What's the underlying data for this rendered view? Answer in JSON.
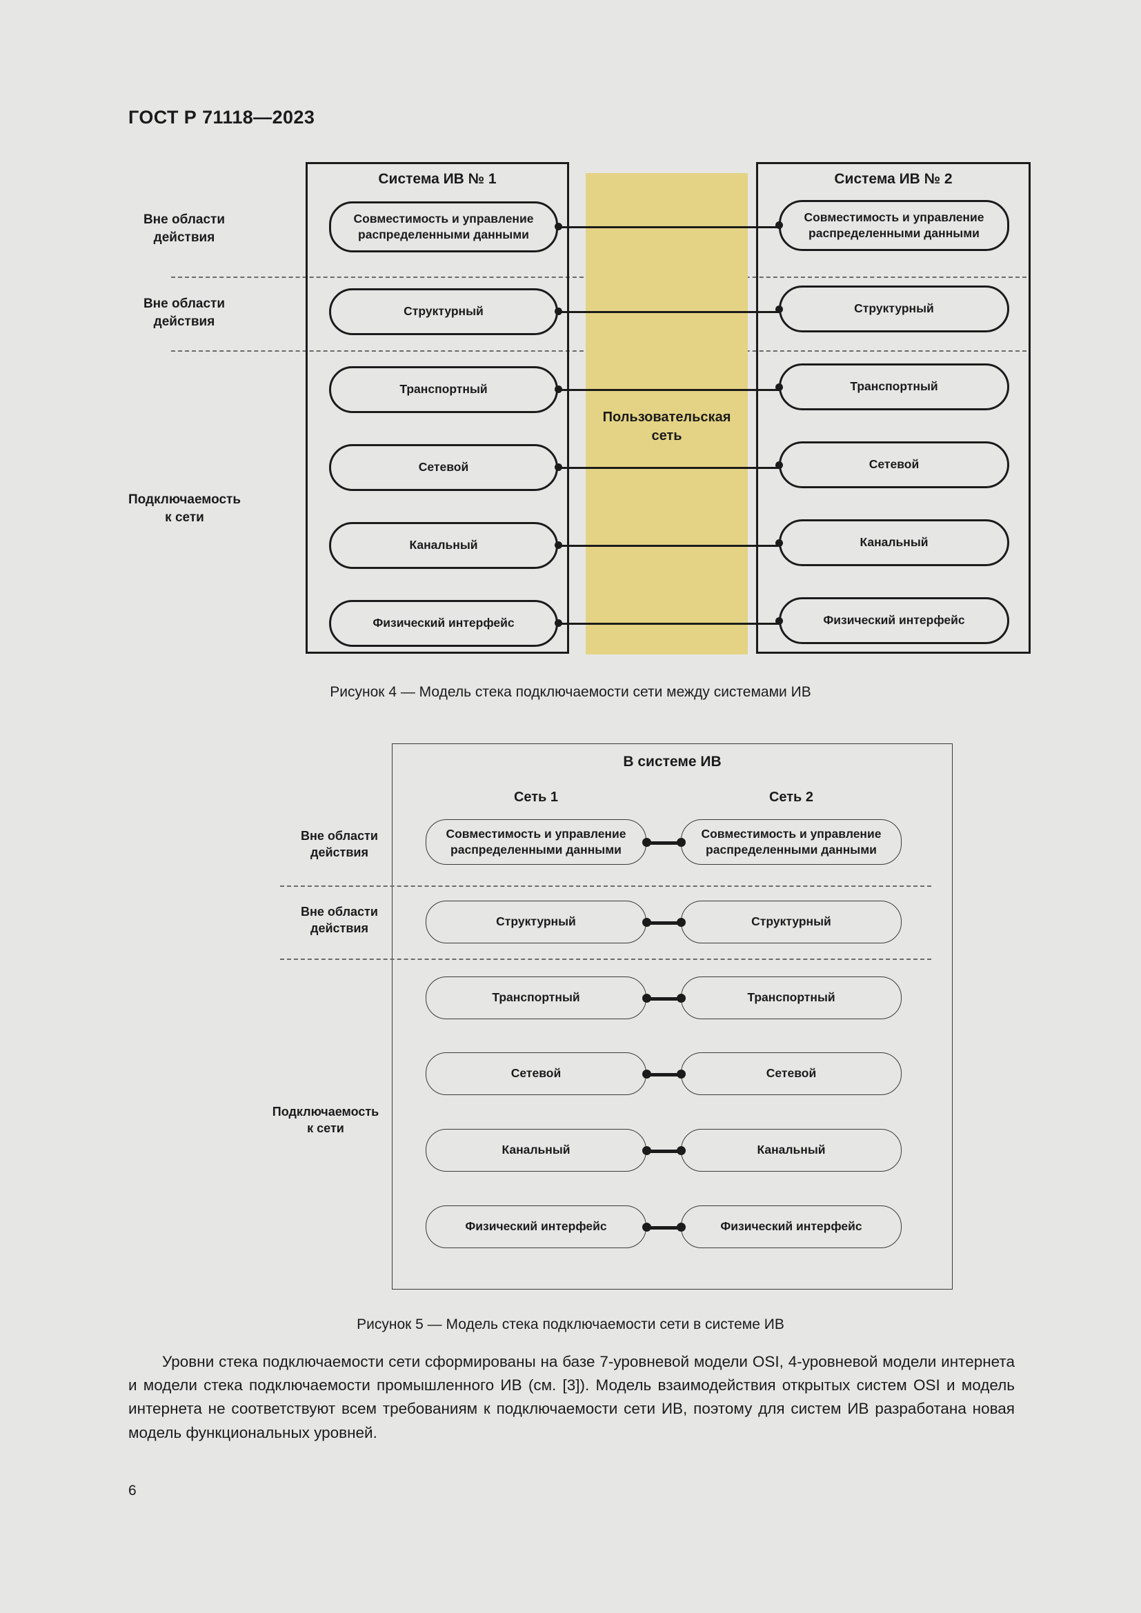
{
  "document": {
    "header": "ГОСТ Р 71118—2023",
    "page_number": "6"
  },
  "figure4": {
    "caption": "Рисунок 4 — Модель стека подключаемости сети между системами ИВ",
    "left_system_title": "Система ИВ № 1",
    "right_system_title": "Система ИВ № 2",
    "band_label": "Пользовательская\nсеть",
    "scope_labels": [
      "Вне области\nдействия",
      "Вне области\nдействия",
      "Подключаемость\nк сети"
    ],
    "layers": [
      "Совместимость и управление распределенными данными",
      "Структурный",
      "Транспортный",
      "Сетевой",
      "Канальный",
      "Физический интерфейс"
    ],
    "layers_right": [
      "Совместимость и управление распределенными данными",
      "Структурный",
      "Транспортный",
      "Сетевой",
      "Канальный",
      "Физический интерфейс"
    ]
  },
  "figure5": {
    "caption": "Рисунок 5 — Модель стека подключаемости сети в системе ИВ",
    "system_title": "В системе ИВ",
    "net1_title": "Сеть 1",
    "net2_title": "Сеть 2",
    "scope_labels": [
      "Вне области\nдействия",
      "Вне области\nдействия",
      "Подключаемость\nк сети"
    ],
    "layers_left": [
      "Совместимость и управление распределенными данными",
      "Структурный",
      "Транспортный",
      "Сетевой",
      "Канальный",
      "Физический интерфейс"
    ],
    "layers_right": [
      "Совместимость и управление распределенными данными",
      "Структурный",
      "Транспортный",
      "Сетевой",
      "Канальный",
      "Физический интерфейс"
    ]
  },
  "paragraph": "Уровни стека подключаемости сети сформированы на базе 7-уровневой модели OSI, 4-уровневой модели интернета и модели стека подключаемости промышленного ИВ (см. [3]). Модель взаимодействия открытых систем OSI и модель интернета не соответствуют всем требованиям к подключаемости сети ИВ, поэтому для систем ИВ разработана новая модель функциональных уровней.",
  "colors": {
    "page_background": "#e6e6e5",
    "band": "#e4d384",
    "ink": "#1b1b1b",
    "dash": "#6b6b68"
  }
}
